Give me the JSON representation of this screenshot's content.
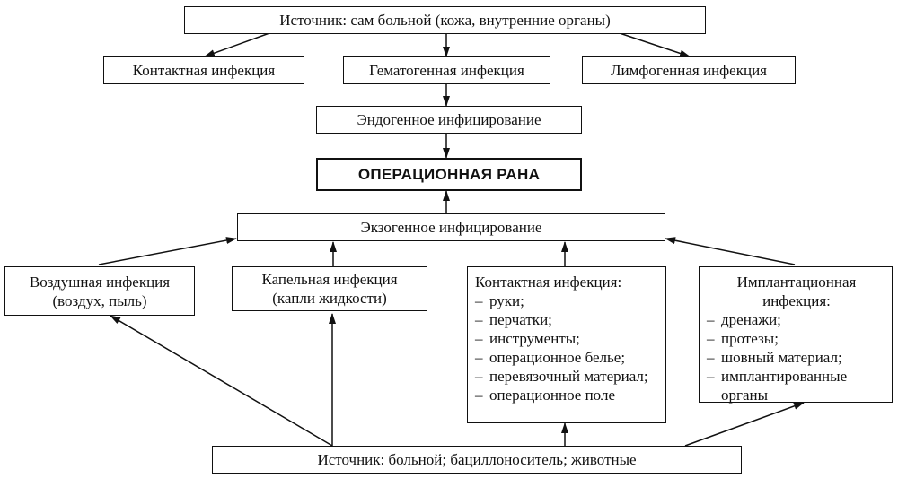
{
  "top_source": "Источник: сам больной (кожа, внутренние органы)",
  "endo_routes": {
    "contact": "Контактная инфекция",
    "hematogenous": "Гематогенная инфекция",
    "lymphogenous": "Лимфогенная инфекция"
  },
  "endogenous": "Эндогенное инфицирование",
  "wound": "ОПЕРАЦИОННАЯ РАНА",
  "exogenous": "Экзогенное инфицирование",
  "airborne": {
    "line1": "Воздушная инфекция",
    "line2": "(воздух, пыль)"
  },
  "droplet": {
    "line1": "Капельная инфекция",
    "line2": "(капли жидкости)"
  },
  "contact_exo": {
    "title": "Контактная инфекция:",
    "dash": "–",
    "items": [
      "руки;",
      "перчатки;",
      "инструменты;",
      "операционное белье;",
      "перевязочный материал;",
      "операционное поле"
    ]
  },
  "implant": {
    "title_line1": "Имплантационная",
    "title_line2": "инфекция:",
    "dash": "–",
    "items": [
      "дренажи;",
      "протезы;",
      "шовный материал;",
      "имплантированные органы"
    ]
  },
  "bottom_source": "Источник: больной; бациллоноситель; животные",
  "colors": {
    "line": "#111111",
    "background": "#ffffff"
  }
}
